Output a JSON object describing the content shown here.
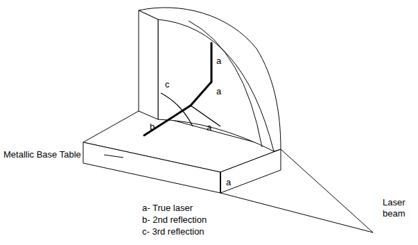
{
  "diagram": {
    "labels": [
      "a",
      "a",
      "a",
      "a",
      "b",
      "c",
      "Metallic Base Table",
      "Laser beam",
      "a- True laser",
      "b- 2nd reflection",
      "c- 3rd reflection"
    ]
  }
}
